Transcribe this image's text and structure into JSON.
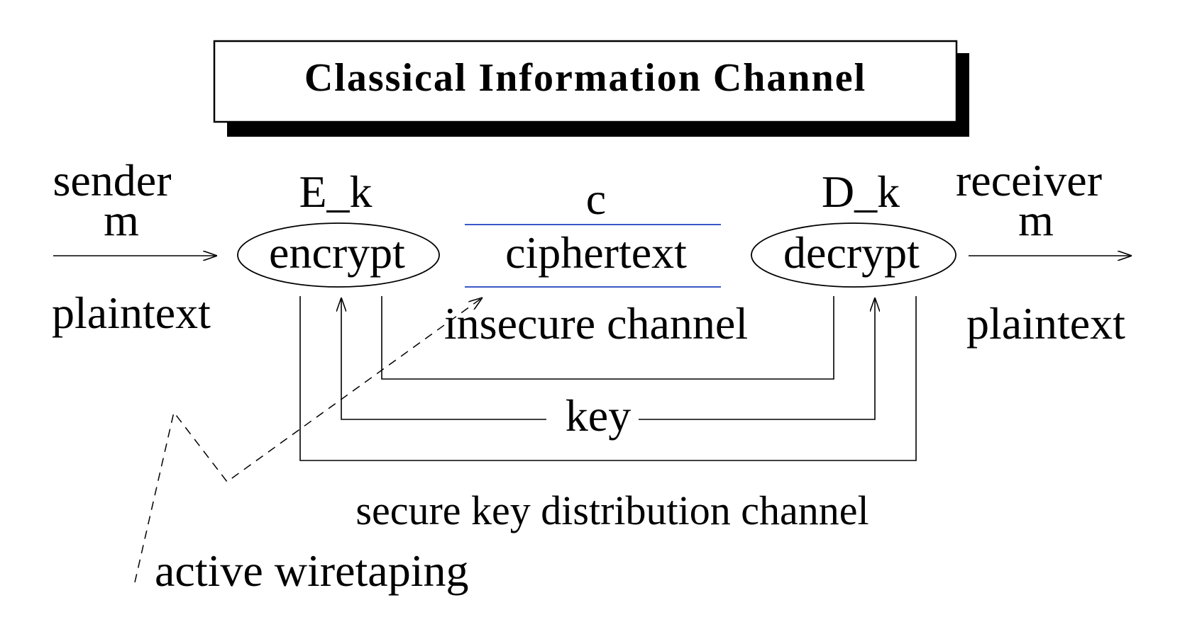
{
  "title": "Classical Information Channel",
  "sender": {
    "label": "sender",
    "var": "m",
    "sub": "plaintext"
  },
  "encrypt": {
    "op": "E_k",
    "label": "encrypt"
  },
  "channel": {
    "var": "c",
    "label": "ciphertext",
    "caption": "insecure channel",
    "line_color": "#1f3fbf"
  },
  "decrypt": {
    "op": "D_k",
    "label": "decrypt"
  },
  "receiver": {
    "label": "receiver",
    "var": "m",
    "sub": "plaintext"
  },
  "key": "key",
  "secure_channel": "secure key distribution channel",
  "attack": "active wiretaping"
}
